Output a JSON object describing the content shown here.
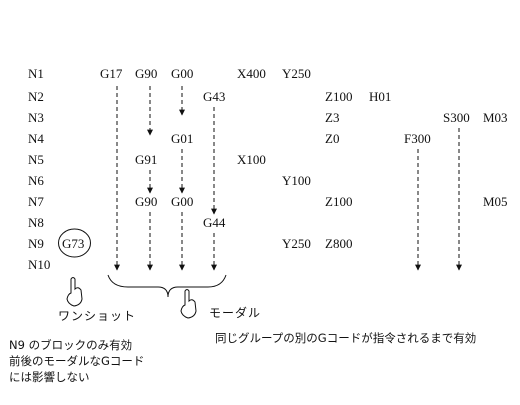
{
  "blocks": [
    {
      "n": "N1",
      "codes": [
        {
          "col": "c1",
          "t": "G17"
        },
        {
          "col": "c2",
          "t": "G90"
        },
        {
          "col": "c3",
          "t": "G00"
        },
        {
          "col": "X",
          "t": "X400"
        },
        {
          "col": "Y",
          "t": "Y250"
        }
      ]
    },
    {
      "n": "N2",
      "codes": [
        {
          "col": "c4",
          "t": "G43"
        },
        {
          "col": "Z",
          "t": "Z100"
        },
        {
          "col": "H",
          "t": "H01"
        }
      ]
    },
    {
      "n": "N3",
      "codes": [
        {
          "col": "Z",
          "t": "Z3"
        },
        {
          "col": "S",
          "t": "S300"
        },
        {
          "col": "M",
          "t": "M03"
        }
      ]
    },
    {
      "n": "N4",
      "codes": [
        {
          "col": "c3",
          "t": "G01"
        },
        {
          "col": "Z",
          "t": "Z0"
        },
        {
          "col": "F",
          "t": "F300"
        }
      ]
    },
    {
      "n": "N5",
      "codes": [
        {
          "col": "c2",
          "t": "G91"
        },
        {
          "col": "X",
          "t": "X100"
        }
      ]
    },
    {
      "n": "N6",
      "codes": [
        {
          "col": "Y",
          "t": "Y100"
        }
      ]
    },
    {
      "n": "N7",
      "codes": [
        {
          "col": "c2",
          "t": "G90"
        },
        {
          "col": "c3",
          "t": "G00"
        },
        {
          "col": "Z",
          "t": "Z100"
        },
        {
          "col": "M",
          "t": "M05"
        }
      ]
    },
    {
      "n": "N8",
      "codes": [
        {
          "col": "c4",
          "t": "G44"
        }
      ]
    },
    {
      "n": "N9",
      "codes": [
        {
          "col": "c0",
          "t": "G73",
          "circled": true
        },
        {
          "col": "Y",
          "t": "Y250"
        },
        {
          "col": "Z",
          "t": "Z800"
        }
      ]
    },
    {
      "n": "N10",
      "codes": []
    }
  ],
  "labels": {
    "one_shot": "ワンショット",
    "modal": "モーダル",
    "modal_note": "同じグループの別のGコードが指令されるまで有効",
    "one_shot_note": [
      "N9 のブロックのみ有効",
      "前後のモーダルなGコード",
      "には影響しない"
    ]
  },
  "colors": {
    "ink": "#111111",
    "background": "#ffffff"
  }
}
